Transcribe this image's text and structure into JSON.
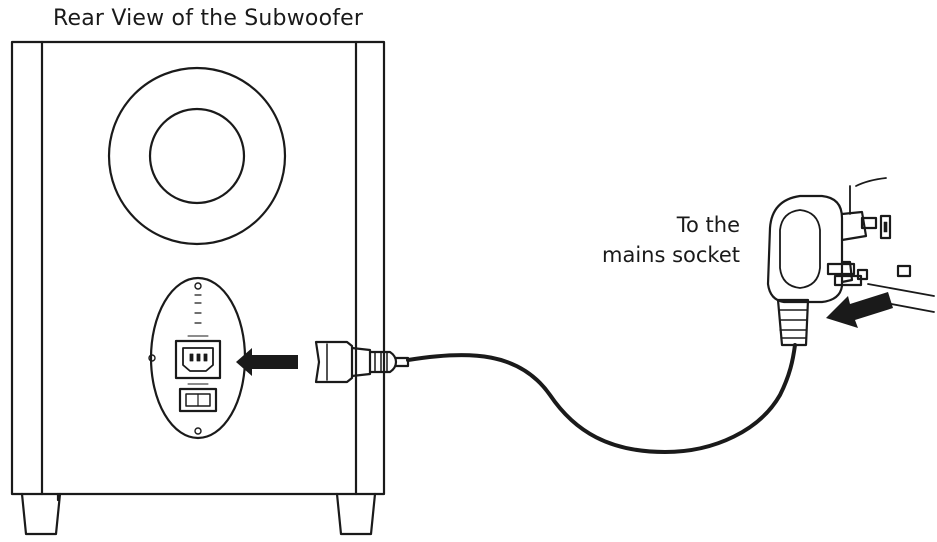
{
  "title": "Rear View of the Subwoofer",
  "plug_label": {
    "line1": "To the",
    "line2": "mains socket"
  },
  "colors": {
    "line": "#1a1a1a",
    "fill": "#ffffff"
  }
}
